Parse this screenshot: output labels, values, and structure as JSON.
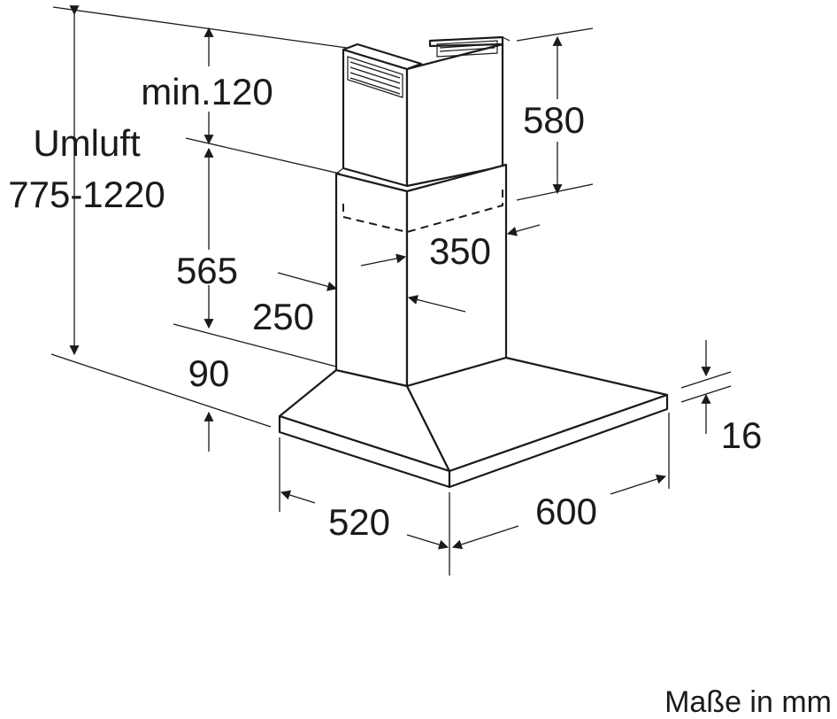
{
  "labels": {
    "min_120": "min.120",
    "umluft": "Umluft",
    "umluft_range": "775-1220",
    "d565": "565",
    "d250": "250",
    "d90": "90",
    "d580": "580",
    "d350": "350",
    "d16": "16",
    "d520": "520",
    "d600": "600",
    "units": "Maße in mm"
  }
}
